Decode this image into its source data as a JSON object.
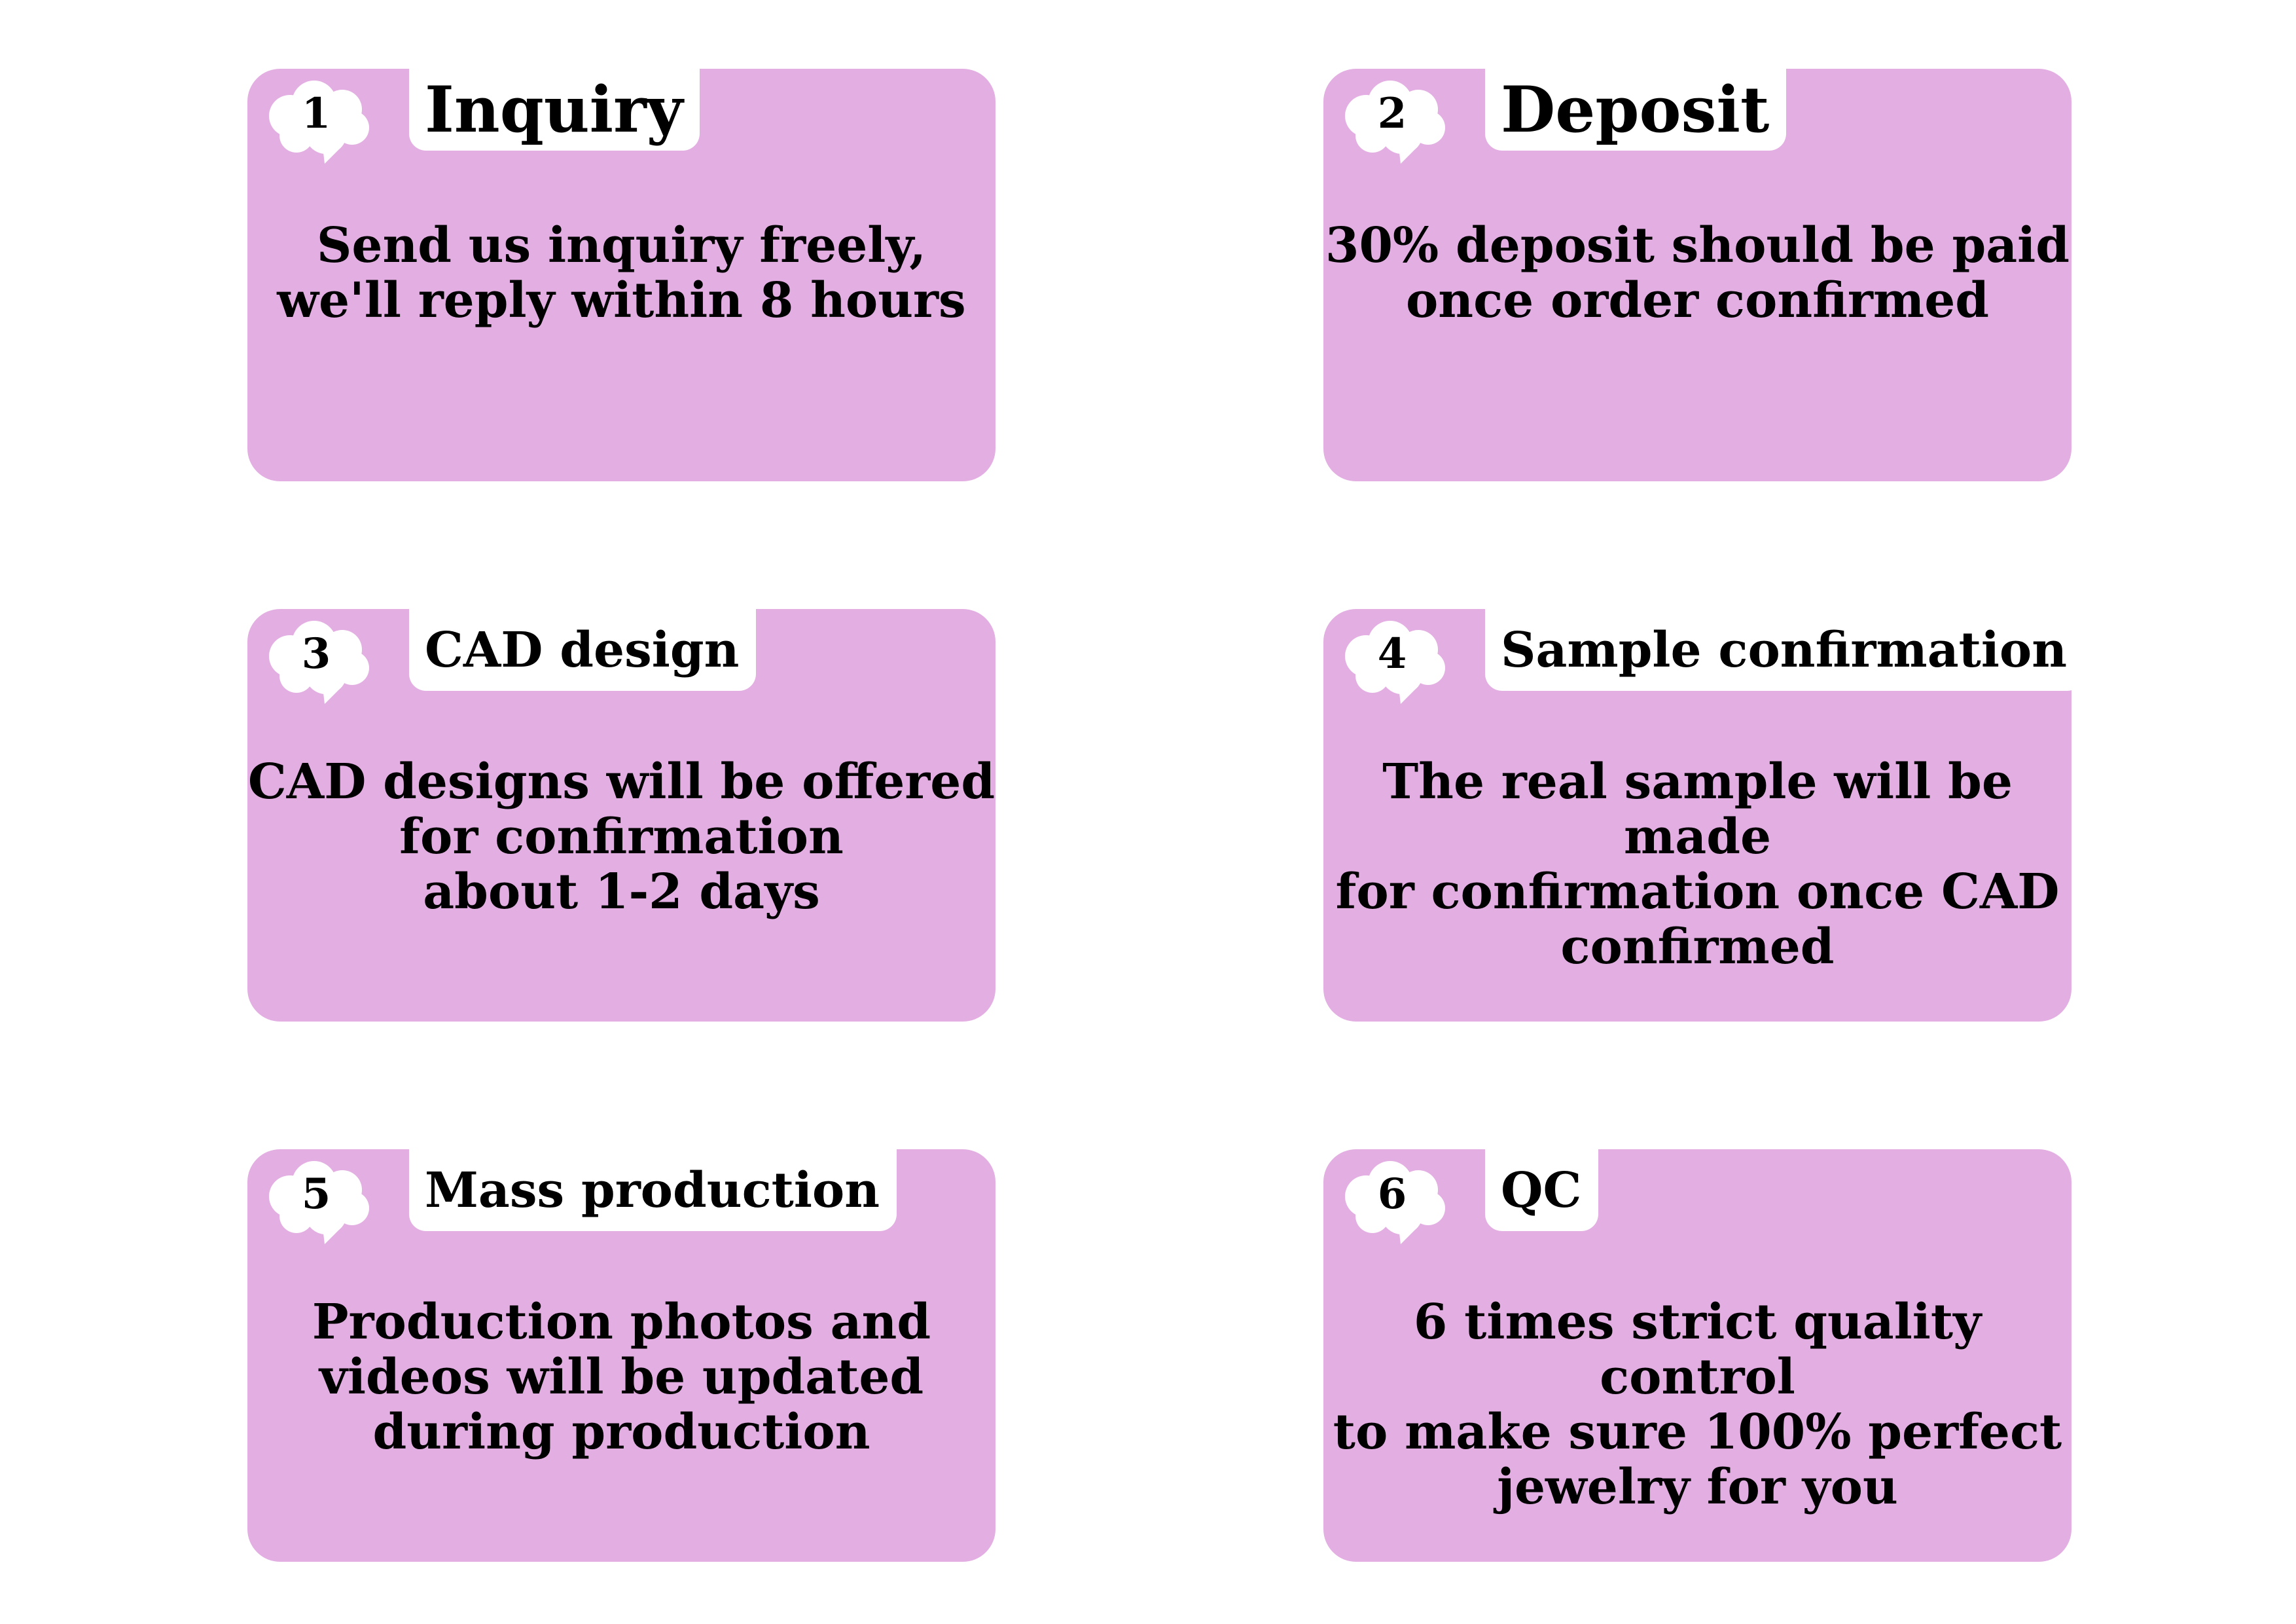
{
  "cards": [
    {
      "step": "1",
      "title": "Inquiry",
      "description": "Send us inquiry freely,\nwe'll reply within 8 hours"
    },
    {
      "step": "2",
      "title": "Deposit",
      "description": "30% deposit should be paid\nonce order confirmed"
    },
    {
      "step": "3",
      "title": "CAD design",
      "description": "CAD designs will be offered\nfor confirmation\nabout 1-2 days"
    },
    {
      "step": "4",
      "title": "Sample confirmation",
      "description": "The real sample will be made\nfor confirmation once CAD\nconfirmed"
    },
    {
      "step": "5",
      "title": "Mass production",
      "description": "Production photos and\nvideos will be updated\nduring production"
    },
    {
      "step": "6",
      "title": "QC",
      "description": "6 times strict quality control\nto make sure 100% perfect\njewelry for you"
    }
  ],
  "colors": {
    "card_background": "#e3aee2",
    "tab_background": "#ffffff",
    "text": "#000000"
  },
  "icons": {
    "step_badge": "speech-cloud-icon"
  }
}
